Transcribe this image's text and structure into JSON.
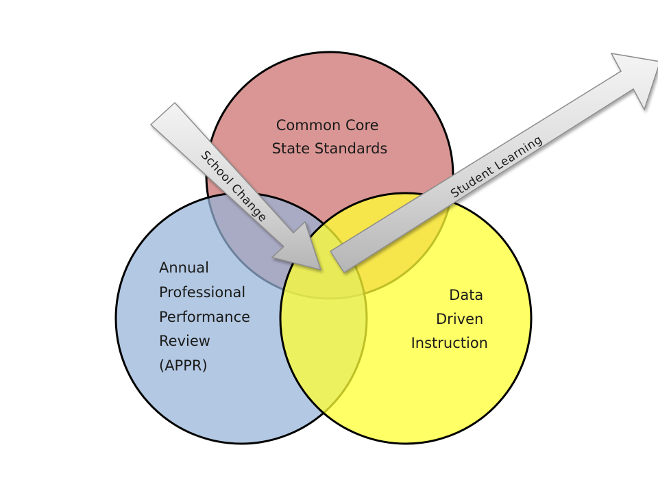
{
  "diagram": {
    "circles": {
      "standards": {
        "lines": [
          "Common Core",
          "State Standards"
        ],
        "fill": "#d99694"
      },
      "appr": {
        "lines": [
          "Annual",
          "Professional",
          "Performance",
          "Review",
          "(APPR)"
        ],
        "fill": "#95b3d7"
      },
      "data": {
        "lines": [
          "Data",
          "Driven",
          "Instruction"
        ],
        "fill": "#ffff66"
      }
    },
    "arrows": {
      "school_change": {
        "label": "School Change"
      },
      "student_learning": {
        "label": "Student Learning"
      }
    },
    "colors": {
      "outline": "#000000",
      "arrow_fill_light": "#f2f2f2",
      "arrow_fill_dark": "#bfbfbf",
      "arrow_stroke": "#7f7f7f"
    }
  }
}
